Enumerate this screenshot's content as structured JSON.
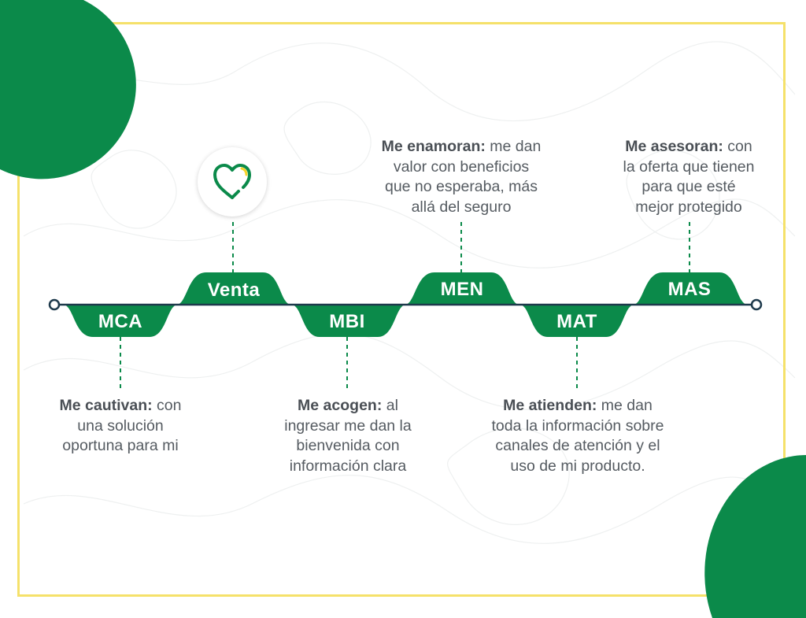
{
  "colors": {
    "green": "#0b8a4a",
    "navy": "#1e3a4c",
    "frame": "#f5e16a",
    "text": "#555b61"
  },
  "stages": [
    {
      "label": "MCA",
      "title": "Me cautivan:",
      "lines": [
        " con",
        "una solución",
        "oportuna para mi"
      ]
    },
    {
      "label": "Venta",
      "icon": "heart-icon"
    },
    {
      "label": "MBI",
      "title": "Me acogen:",
      "lines": [
        " al",
        "ingresar me dan la",
        "bienvenida con",
        "información clara"
      ]
    },
    {
      "label": "MEN",
      "title": "Me enamoran:",
      "lines": [
        " me dan",
        "valor con beneficios",
        "que no esperaba, más",
        "allá del seguro"
      ]
    },
    {
      "label": "MAT",
      "title": "Me atienden:",
      "lines": [
        " me dan",
        "toda la información sobre",
        "canales de atención y el",
        "uso de mi producto."
      ]
    },
    {
      "label": "MAS",
      "title": "Me asesoran:",
      "lines": [
        " con",
        "la oferta que tienen",
        "para que esté",
        "mejor protegido"
      ]
    }
  ]
}
